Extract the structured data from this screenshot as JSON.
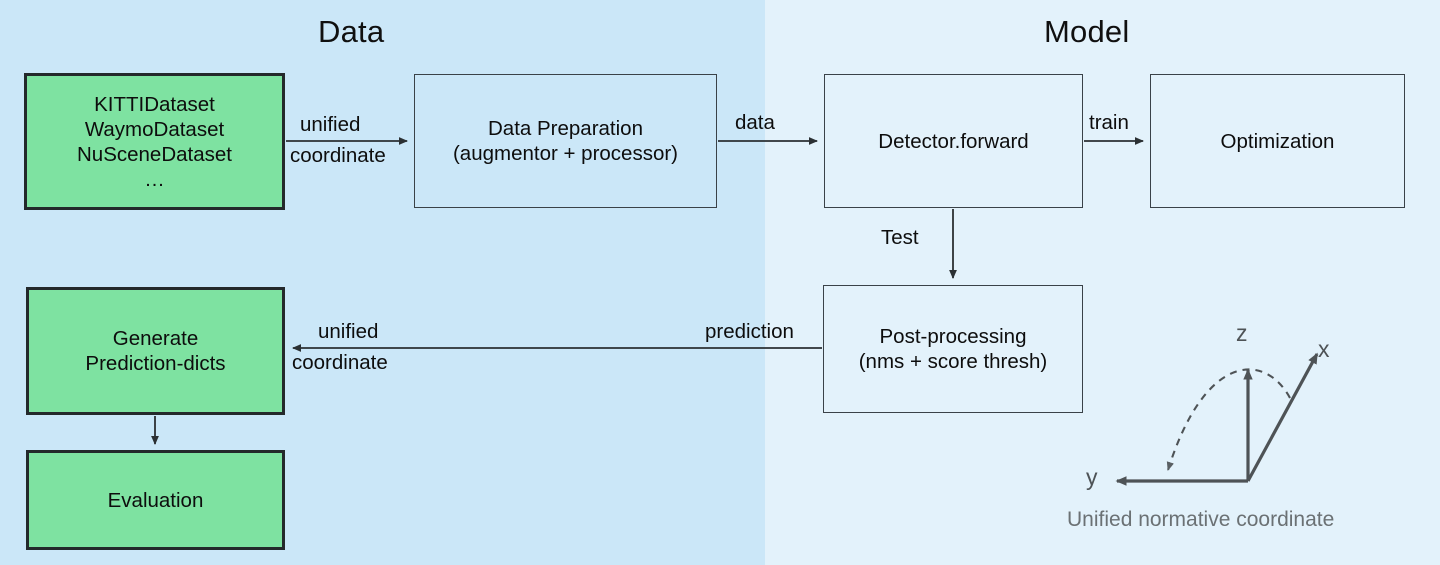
{
  "panels": {
    "data": {
      "title": "Data",
      "bg": "#cbe7f8"
    },
    "model": {
      "title": "Model",
      "bg": "#e3f2fb"
    }
  },
  "colors": {
    "green_node_fill": "#7ee2a1",
    "green_node_border": "#24292b",
    "plain_node_border": "#3a4248",
    "arrow": "#2b3033",
    "axis": "#4e5356",
    "caption": "#6b7174"
  },
  "nodes": {
    "datasets": {
      "lines": [
        "KITTIDataset",
        "WaymoDataset",
        "NuSceneDataset",
        "…"
      ],
      "style": "green"
    },
    "data_preparation": {
      "lines": [
        "Data Preparation",
        "(augmentor + processor)"
      ],
      "style": "plain"
    },
    "detector": {
      "lines": [
        "Detector.forward"
      ],
      "style": "plain"
    },
    "optimization": {
      "lines": [
        "Optimization"
      ],
      "style": "plain"
    },
    "post_processing": {
      "lines": [
        "Post-processing",
        "(nms + score thresh)"
      ],
      "style": "plain"
    },
    "generate": {
      "lines": [
        "Generate",
        "Prediction-dicts"
      ],
      "style": "green"
    },
    "evaluation": {
      "lines": [
        "Evaluation"
      ],
      "style": "green"
    }
  },
  "edges": {
    "datasets_to_dataprep": {
      "line1": "unified",
      "line2": "coordinate"
    },
    "dataprep_to_detector": {
      "label": "data"
    },
    "detector_to_optimization": {
      "label": "train"
    },
    "detector_to_postproc": {
      "label": "Test"
    },
    "postproc_to_generate": {
      "label": "prediction"
    },
    "postproc_to_generate_coord": {
      "line1": "unified",
      "line2": "coordinate"
    }
  },
  "coordinate_widget": {
    "caption": "Unified normative coordinate",
    "axes": [
      {
        "name": "z",
        "label": "z"
      },
      {
        "name": "x",
        "label": "x"
      },
      {
        "name": "y",
        "label": "y"
      }
    ]
  }
}
